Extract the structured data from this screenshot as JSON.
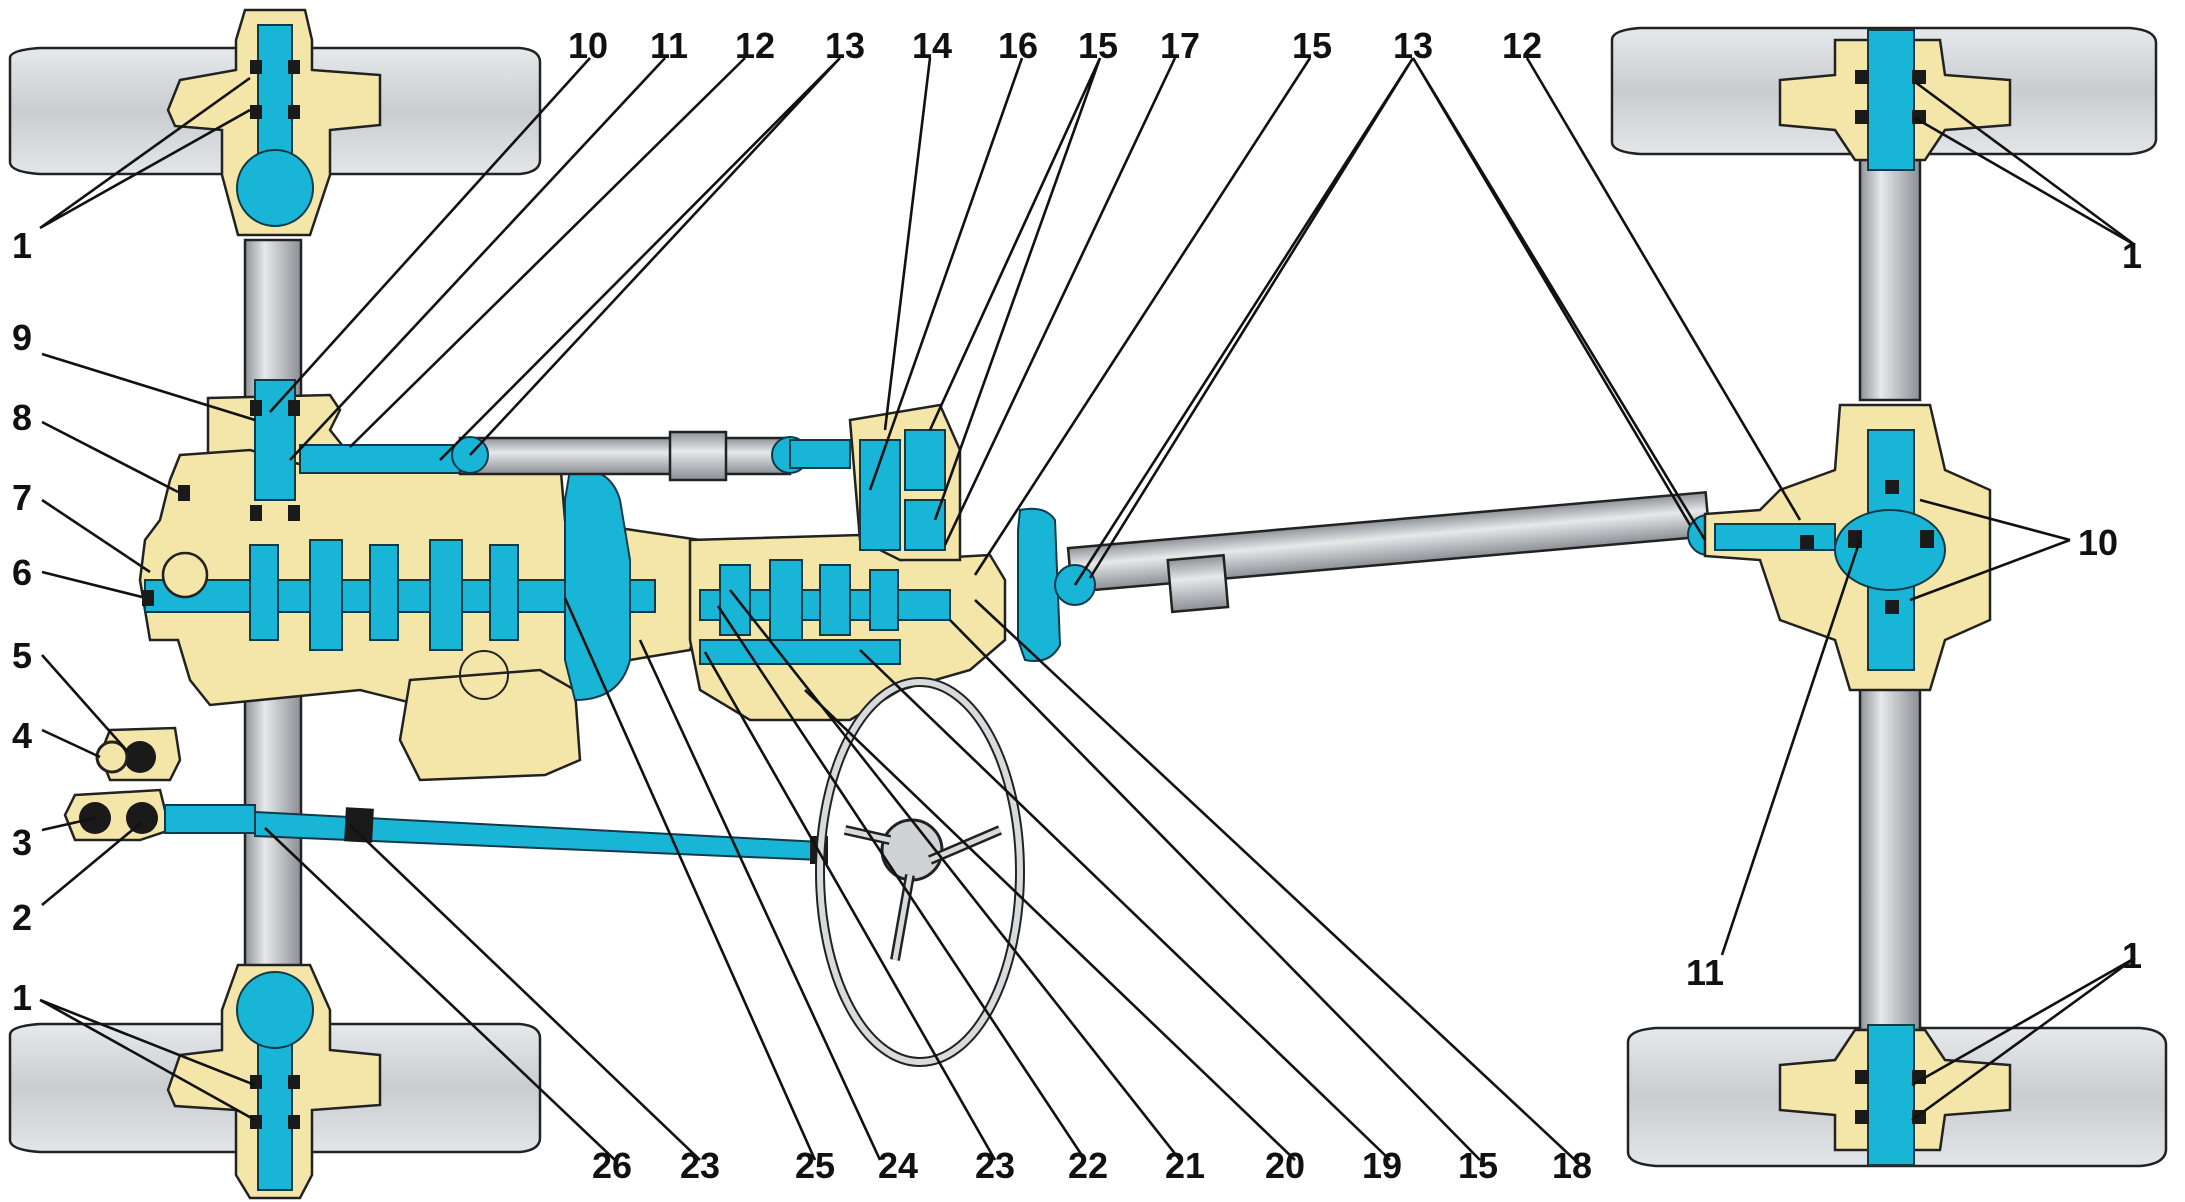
{
  "callouts": {
    "front_left_top_1": "1",
    "label_9": "9",
    "label_8": "8",
    "label_7": "7",
    "label_6": "6",
    "label_5": "5",
    "label_4": "4",
    "label_3": "3",
    "label_2": "2",
    "front_left_bottom_1": "1",
    "top_10": "10",
    "top_11": "11",
    "top_12_left": "12",
    "top_13_left": "13",
    "top_14": "14",
    "top_16": "16",
    "top_15_a": "15",
    "top_17": "17",
    "top_15_b": "15",
    "top_13_right": "13",
    "top_12_right": "12",
    "rear_top_1": "1",
    "rear_10": "10",
    "rear_11": "11",
    "rear_bottom_1": "1",
    "bottom_26": "26",
    "bottom_23_a": "23",
    "bottom_25": "25",
    "bottom_24": "24",
    "bottom_23_b": "23",
    "bottom_22": "22",
    "bottom_21": "21",
    "bottom_20": "20",
    "bottom_19": "19",
    "bottom_15": "15",
    "bottom_18": "18"
  },
  "colors": {
    "housing": "#f3e6a8",
    "lubricated_parts": "#19b5d6",
    "tire": "#cfd3d6",
    "shaft_steel": "#b9bcc0"
  }
}
